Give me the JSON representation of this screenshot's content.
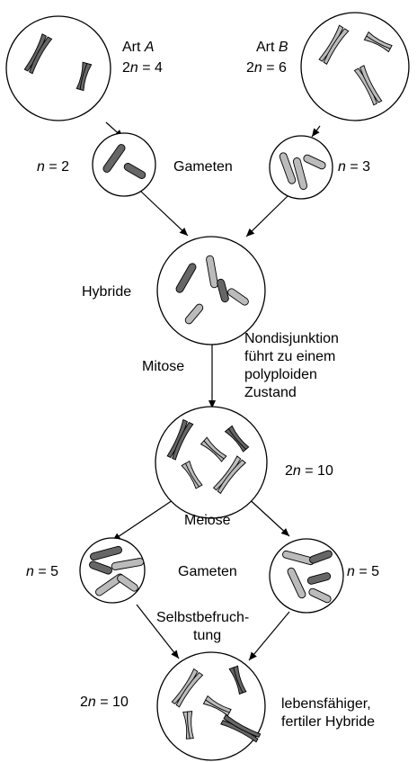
{
  "labels": {
    "art_a_title": "Art ",
    "art_a_letter": "A",
    "art_a_ploidy_prefix": "2",
    "art_a_ploidy_var": "n",
    "art_a_ploidy_value": " = 4",
    "art_b_title": "Art ",
    "art_b_letter": "B",
    "art_b_ploidy_prefix": "2",
    "art_b_ploidy_var": "n",
    "art_b_ploidy_value": " = 6",
    "gamete_left_var": "n",
    "gamete_left_value": " = 2",
    "gameten_top": "Gameten",
    "gamete_right_var": "n",
    "gamete_right_value": " = 3",
    "hybride": "Hybride",
    "nondisjunction_1": "Nondisjunktion",
    "nondisjunction_2": "führt zu einem",
    "nondisjunction_3": "polyploiden",
    "nondisjunction_4": "Zustand",
    "mitose": "Mitose",
    "polyploid_prefix": "2",
    "polyploid_var": "n",
    "polyploid_value": " = 10",
    "meiose": "Meiose",
    "gamete2_left_var": "n",
    "gamete2_left_value": " = 5",
    "gameten_bottom": "Gameten",
    "gamete2_right_var": "n",
    "gamete2_right_value": " = 5",
    "selbst_1": "Selbstbefruch-",
    "selbst_2": "tung",
    "final_prefix": "2",
    "final_var": "n",
    "final_value": " = 10",
    "fertile_1": "lebensfähiger,",
    "fertile_2": "fertiler Hybride"
  },
  "colors": {
    "dark_chromosome": "#666666",
    "light_chromosome": "#bbbbbb"
  }
}
